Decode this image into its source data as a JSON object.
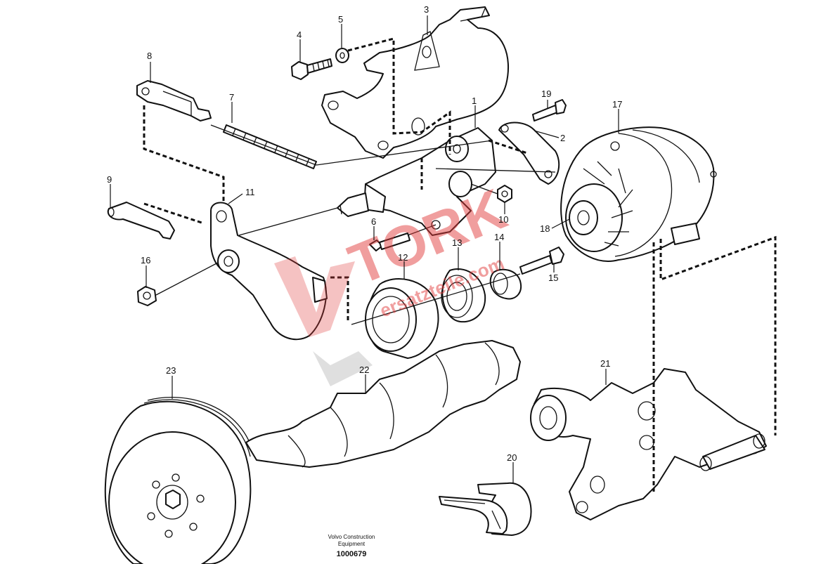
{
  "callouts": [
    {
      "id": "c1",
      "label": "1"
    },
    {
      "id": "c2",
      "label": "2"
    },
    {
      "id": "c3",
      "label": "3"
    },
    {
      "id": "c4",
      "label": "4"
    },
    {
      "id": "c5",
      "label": "5"
    },
    {
      "id": "c6",
      "label": "6"
    },
    {
      "id": "c7",
      "label": "7"
    },
    {
      "id": "c8",
      "label": "8"
    },
    {
      "id": "c9",
      "label": "9"
    },
    {
      "id": "c10",
      "label": "10"
    },
    {
      "id": "c11",
      "label": "11"
    },
    {
      "id": "c12",
      "label": "12"
    },
    {
      "id": "c13",
      "label": "13"
    },
    {
      "id": "c14",
      "label": "14"
    },
    {
      "id": "c15",
      "label": "15"
    },
    {
      "id": "c16",
      "label": "16"
    },
    {
      "id": "c17",
      "label": "17"
    },
    {
      "id": "c18",
      "label": "18"
    },
    {
      "id": "c19",
      "label": "19"
    },
    {
      "id": "c20",
      "label": "20"
    },
    {
      "id": "c21",
      "label": "21"
    },
    {
      "id": "c22",
      "label": "22"
    },
    {
      "id": "c23",
      "label": "23"
    }
  ],
  "footer": {
    "line1": "Volvo Construction",
    "line2": "Equipment",
    "drawing_id": "1000679"
  },
  "watermark": {
    "brand": "TORK",
    "sub": "ersatzteile.com",
    "color": "#e03b3b"
  }
}
